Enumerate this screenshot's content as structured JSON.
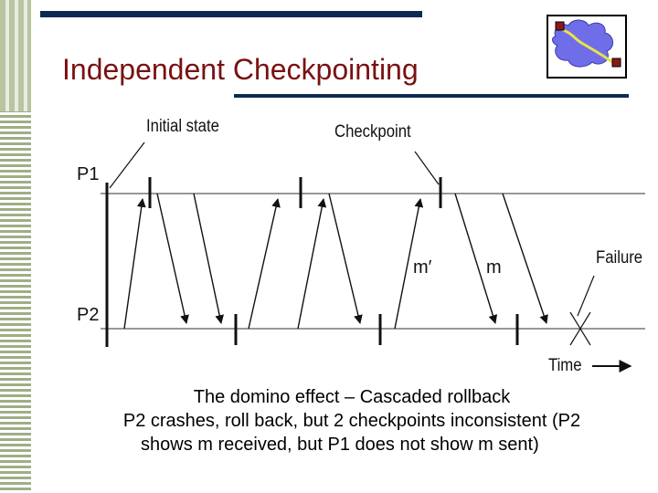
{
  "slide": {
    "title": "Independent Checkpointing"
  },
  "diagram": {
    "labels": {
      "initial_state": "Initial state",
      "checkpoint": "Checkpoint",
      "p1": "P1",
      "p2": "P2",
      "m_prime": "m′",
      "m": "m",
      "failure": "Failure",
      "time": "Time"
    }
  },
  "caption": {
    "line1": "The domino effect – Cascaded rollback",
    "line2": "P2 crashes, roll back, but 2 checkpoints inconsistent (P2",
    "line3": "shows m received, but P1 does not show m sent)"
  },
  "colors": {
    "title": "#7a1111",
    "rule": "#0e2a52",
    "stripe": "#9fae86",
    "logo_cloud": "#6f6ee8",
    "logo_path": "#e8e24a",
    "logo_node": "#8a1a1a"
  }
}
